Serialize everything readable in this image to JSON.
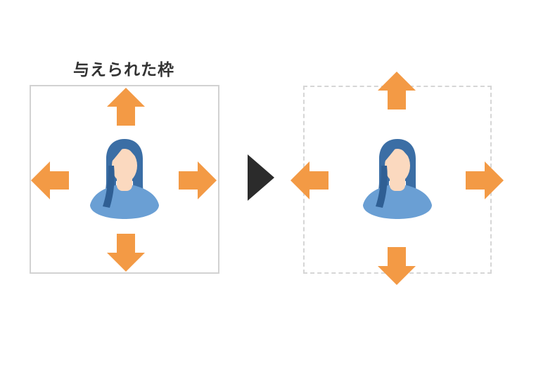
{
  "title": "与えられた枠",
  "colors": {
    "arrow": "#f39a45",
    "frame_border": "#d2d2d2",
    "dashed_border": "#d6d6d6",
    "play_triangle": "#2b2b2b",
    "hair": "#3b6ea5",
    "skin": "#fbd9bf",
    "shirt": "#6a9fd4",
    "title_text": "#333333"
  },
  "panels": [
    {
      "name": "given-frame",
      "frame_style": "solid",
      "arrows": [
        "up",
        "left",
        "right",
        "down"
      ],
      "icon": "person-icon",
      "label": "与えられた枠"
    },
    {
      "name": "expanded-frame",
      "frame_style": "dashed",
      "arrows": [
        "up",
        "left",
        "right",
        "down"
      ],
      "icon": "person-icon",
      "arrows_outside_frame": true
    }
  ],
  "transition_icon": "play-triangle-icon"
}
